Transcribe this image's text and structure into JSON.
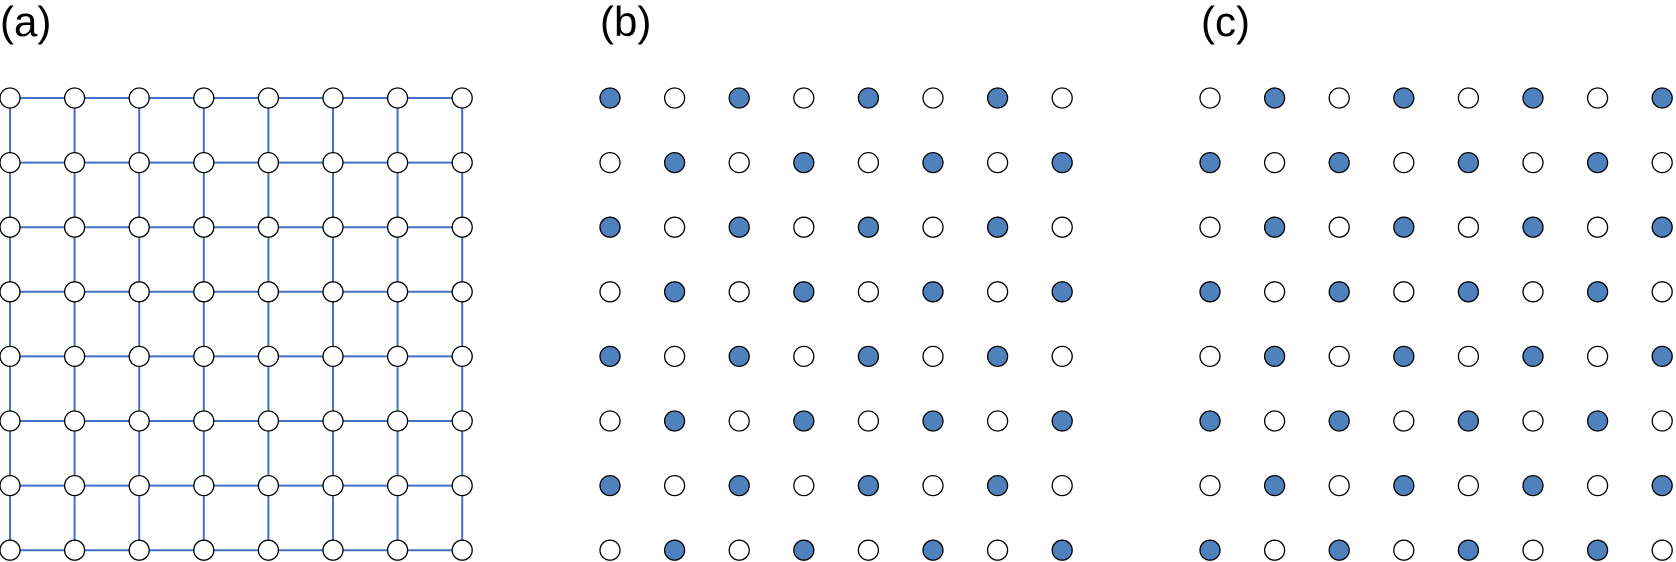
{
  "colors": {
    "edge": "#4472c4",
    "filled": "#4f81bd",
    "empty": "#ffffff",
    "outline": "#000000"
  },
  "panels": [
    {
      "label": "(a)",
      "rows": 8,
      "cols": 8,
      "connected": true,
      "pattern": "none"
    },
    {
      "label": "(b)",
      "rows": 8,
      "cols": 8,
      "connected": false,
      "pattern": "checkerboard-even"
    },
    {
      "label": "(c)",
      "rows": 8,
      "cols": 8,
      "connected": false,
      "pattern": "checkerboard-odd"
    }
  ]
}
